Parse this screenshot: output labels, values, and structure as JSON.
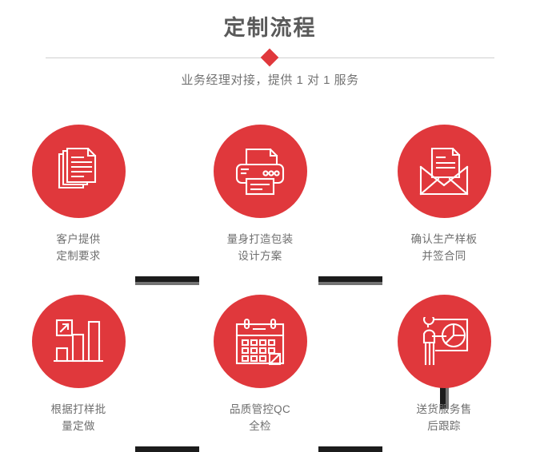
{
  "header": {
    "title": "定制流程",
    "subtitle": "业务经理对接，提供 1 对 1 服务"
  },
  "theme": {
    "accent_red": "#e0383c",
    "title_gray": "#5a5a5a",
    "label_gray": "#6e6e6e",
    "divider_gray": "#cfcfcf",
    "connector_dark": "#1c1c1c",
    "connector_shadow": "#5a5a5a",
    "background": "#ffffff"
  },
  "flow": {
    "steps": [
      {
        "index": 1,
        "icon": "documents-stack-icon",
        "label": "客户提供\n定制要求"
      },
      {
        "index": 2,
        "icon": "printer-icon",
        "label": "量身打造包装\n设计方案"
      },
      {
        "index": 3,
        "icon": "envelope-document-icon",
        "label": "确认生产样板\n并签合同"
      },
      {
        "index": 4,
        "icon": "bar-chart-growth-icon",
        "label": "根据打样批\n量定做"
      },
      {
        "index": 5,
        "icon": "calendar-check-icon",
        "label": "品质管控QC\n全检"
      },
      {
        "index": 6,
        "icon": "presentation-pie-chart-icon",
        "label": "送货服务售\n后跟踪"
      }
    ],
    "connectors": [
      {
        "name": "connector-step1-step2",
        "orientation": "horizontal"
      },
      {
        "name": "connector-step2-step3",
        "orientation": "horizontal"
      },
      {
        "name": "connector-step3-step6",
        "orientation": "vertical"
      },
      {
        "name": "connector-step4-step5",
        "orientation": "horizontal"
      },
      {
        "name": "connector-step5-step6",
        "orientation": "horizontal"
      }
    ]
  }
}
